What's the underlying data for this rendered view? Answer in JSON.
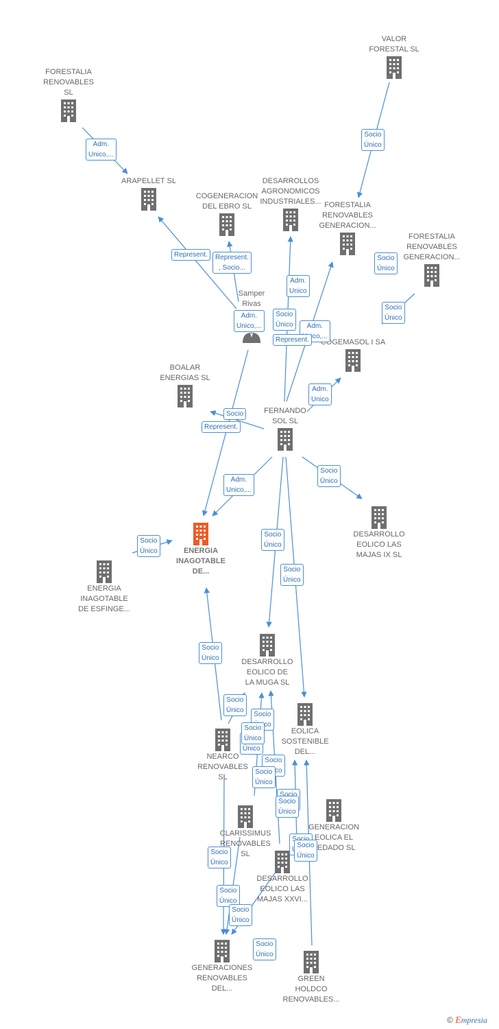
{
  "colors": {
    "edge": "#4a8fd6",
    "building": "#6f6f6f",
    "focus": "#f05a28",
    "person": "#6f6f6f"
  },
  "nodes": [
    {
      "id": "valor",
      "label": "VALOR\nFORESTAL SL",
      "type": "company"
    },
    {
      "id": "forestalia_sl",
      "label": "FORESTALIA\nRENOVABLES\nSL",
      "type": "company"
    },
    {
      "id": "arapellet",
      "label": "ARAPELLET  SL",
      "type": "company"
    },
    {
      "id": "cogen",
      "label": "COGENERACION\nDEL EBRO  SL",
      "type": "company"
    },
    {
      "id": "desagro",
      "label": "DESARROLLOS\nAGRONOMICOS\nINDUSTRIALES...",
      "type": "company"
    },
    {
      "id": "forest_gen1",
      "label": "FORESTALIA\nRENOVABLES\nGENERACION...",
      "type": "company"
    },
    {
      "id": "forest_gen2",
      "label": "FORESTALIA\nRENOVABLES\nGENERACION...",
      "type": "company"
    },
    {
      "id": "samper",
      "label": "Samper\nRivas\n...",
      "type": "person"
    },
    {
      "id": "cogemasol",
      "label": "COGEMASOL I SA",
      "type": "company"
    },
    {
      "id": "boalar",
      "label": "BOALAR\nENERGIAS  SL",
      "type": "company"
    },
    {
      "id": "fernando",
      "label": "FERNANDO\nSOL SL",
      "type": "company"
    },
    {
      "id": "majas9",
      "label": "DESARROLLO\nEOLICO LAS\nMAJAS IX  SL",
      "type": "company"
    },
    {
      "id": "energia_inag",
      "label": "ENERGIA\nINAGOTABLE\nDE...",
      "type": "focus"
    },
    {
      "id": "energia_esf",
      "label": "ENERGIA\nINAGOTABLE\nDE ESFINGE...",
      "type": "company"
    },
    {
      "id": "muga",
      "label": "DESARROLLO\nEOLICO DE\nLA MUGA SL",
      "type": "company"
    },
    {
      "id": "eolica",
      "label": "EOLICA\nSOSTENIBLE\nDEL...",
      "type": "company"
    },
    {
      "id": "nearco",
      "label": "NEARCO\nRENOVABLES\nSL",
      "type": "company"
    },
    {
      "id": "clarissimus",
      "label": "CLARISSIMUS\nRENOVABLES\nSL",
      "type": "company"
    },
    {
      "id": "gen_eolica",
      "label": "GENERACION\nEOLICA EL\nVEDADO SL",
      "type": "company"
    },
    {
      "id": "majas26",
      "label": "DESARROLLO\nEOLICO LAS\nMAJAS XXVI...",
      "type": "company"
    },
    {
      "id": "gen_renov",
      "label": "GENERACIONES\nRENOVABLES\nDEL...",
      "type": "company"
    },
    {
      "id": "green",
      "label": "GREEN\nHOLDCO\nRENOVABLES...",
      "type": "company"
    }
  ],
  "edges": [
    {
      "from": "valor",
      "to": "forest_gen1",
      "label": "Socio\nÚnico"
    },
    {
      "from": "forestalia_sl",
      "to": "arapellet",
      "label": "Adm.\nUnico,..."
    },
    {
      "from": "samper",
      "to": "arapellet",
      "label": "Represent."
    },
    {
      "from": "samper",
      "to": "cogen",
      "label": "Represent.\n, Socio..."
    },
    {
      "from": "samper",
      "to": "energia_inag",
      "label": "Adm.\nUnico,..."
    },
    {
      "from": "fernando",
      "to": "desagro",
      "label": "Socio\nÚnico"
    },
    {
      "from": "fernando",
      "to": "forest_gen1",
      "label": "Adm.\nUnico"
    },
    {
      "from": "forest_gen2",
      "to": "cogemasol",
      "label": "Socio\nÚnico"
    },
    {
      "from": "fernando",
      "to": "cogemasol",
      "label": "Adm.\nUnico"
    },
    {
      "from": "fernando",
      "to": "boalar",
      "label": "Socio"
    },
    {
      "from": "fernando",
      "to": "majas9",
      "label": "Socio\nÚnico"
    },
    {
      "from": "fernando",
      "to": "energia_inag",
      "label": "Adm.\nUnico,..."
    },
    {
      "from": "fernando",
      "to": "muga",
      "label": "Socio\nÚnico"
    },
    {
      "from": "fernando",
      "to": "eolica",
      "label": "Socio\nÚnico"
    },
    {
      "from": "energia_esf",
      "to": "energia_inag",
      "label": "Socio\nÚnico"
    },
    {
      "from": "nearco",
      "to": "energia_inag",
      "label": "Socio\nÚnico"
    },
    {
      "from": "nearco",
      "to": "muga",
      "label": "Socio\nÚnico"
    },
    {
      "from": "clarissimus",
      "to": "muga",
      "label": "Socio\nÚnico"
    },
    {
      "from": "majas26",
      "to": "muga",
      "label": "Socio\nÚnico"
    },
    {
      "from": "majas26",
      "to": "eolica",
      "label": "Socio\nÚnico"
    },
    {
      "from": "green",
      "to": "eolica",
      "label": "Socio\nÚnico"
    },
    {
      "from": "nearco",
      "to": "gen_renov",
      "label": "Socio\nÚnico"
    },
    {
      "from": "clarissimus",
      "to": "gen_renov",
      "label": "Socio\nÚnico"
    },
    {
      "from": "majas26",
      "to": "gen_renov",
      "label": "Socio\nÚnico"
    }
  ],
  "badges": [
    "Socio\nÚnico",
    "Adm.\nUnico,...",
    "Represent.",
    "Represent.\n, Socio...",
    "Socio\nÚnico",
    "Adm.\nUnico",
    "Socio\nÚnico",
    "Adm.\nUnico,...",
    "Socio\nÚnico",
    "Adm.\nUnico,...",
    "Represent.",
    "Adm.\nUnico",
    "Socio",
    "Represent.",
    "Socio\nÚnico",
    "Adm.\nUnico,...",
    "Socio\nÚnico",
    "Socio\nÚnico",
    "Socio\nÚnico",
    "Socio\nÚnico",
    "Socio\nÚnico",
    "Socio\nÚnico",
    "Socio\nÚnico",
    "Socio\nÚnico",
    "Socio\nÚnico",
    "Socio\nÚnico",
    "Socio\nÚnico",
    "Socio\nÚnico",
    "Socio\nÚnico",
    "Socio\nÚnico",
    "Socio\nÚnico",
    "Socio\nÚnico",
    "Socio\nÚnico",
    "Socio\nÚnico"
  ],
  "brand": {
    "copyright": "©",
    "e": "E",
    "rest": "mpresia"
  }
}
